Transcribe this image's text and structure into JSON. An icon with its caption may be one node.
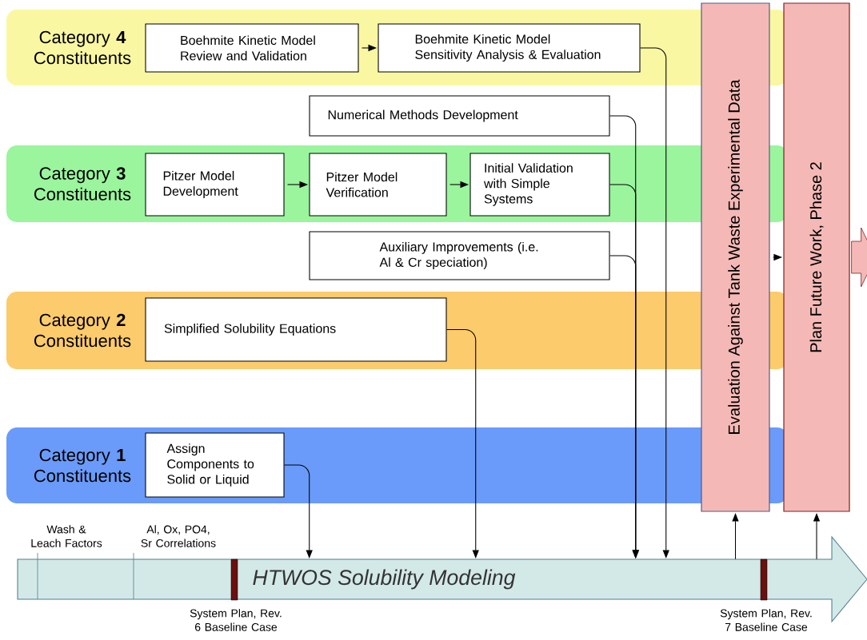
{
  "diagram": {
    "nodes": [
      {
        "text": [
          "Category **4** Constituents"
        ]
      },
      {
        "text": [
          "Boehmite Kinetic Model Review and Validation"
        ],
        "in": 0
      },
      {
        "text": [
          "Boehmite Kinetic Model Sensitivity Analysis & Evaluation"
        ],
        "in": 0
      },
      {
        "text": [
          "Numerical Methods Development"
        ]
      },
      {
        "text": [
          "Category **3** Constituents"
        ]
      },
      {
        "text": [
          "Pitzer Model Development"
        ],
        "in": 4
      },
      {
        "text": [
          "Pitzer Model Verification"
        ],
        "in": 4
      },
      {
        "text": [
          "Initial Validation with Simple Systems"
        ],
        "in": 4
      },
      {
        "text": [
          "Auxiliary Improvements (i.e. Al & Cr speciation)"
        ]
      },
      {
        "text": [
          "Category **2** Constituents"
        ]
      },
      {
        "text": [
          "Simplified Solubility Equations"
        ],
        "in": 9
      },
      {
        "text": [
          "Category **1** Constituents"
        ]
      },
      {
        "text": [
          "Assign Components to Solid or Liquid"
        ],
        "in": 11
      },
      {
        "text": [
          "Evaluation Against Tank Waste Experimental Data"
        ]
      },
      {
        "text": [
          "Plan Future Work, Phase 2"
        ]
      },
      {
        "text": [
          "HTWOS Solubility Modeling"
        ]
      }
    ],
    "edges": [
      {
        "from": 1,
        "to": 2,
        "arrow": "to"
      },
      {
        "from": 2,
        "to": 15,
        "arrow": "to"
      },
      {
        "from": 3,
        "to": 15,
        "arrow": "to"
      },
      {
        "from": 5,
        "to": 6,
        "arrow": "to"
      },
      {
        "from": 6,
        "to": 7,
        "arrow": "to"
      },
      {
        "from": 7,
        "to": 15,
        "arrow": "to"
      },
      {
        "from": 8,
        "to": 15,
        "arrow": "to"
      },
      {
        "from": 10,
        "to": 15,
        "arrow": "to"
      },
      {
        "from": 12,
        "to": 15,
        "arrow": "to"
      },
      {
        "from": 15,
        "to": 13,
        "arrow": "to"
      },
      {
        "from": 15,
        "to": 14,
        "arrow": "to"
      },
      {
        "from": 13,
        "to": 14,
        "arrow": "to"
      },
      {
        "from": 14,
        "to": null,
        "arrow": "to",
        "style": "thick"
      }
    ],
    "labels": [
      "Wash & Leach Factors",
      "Al, Ox, PO4, Sr Correlations",
      "System Plan, Rev. 6 Baseline Case",
      "System Plan, Rev. 7 Baseline Case"
    ]
  }
}
